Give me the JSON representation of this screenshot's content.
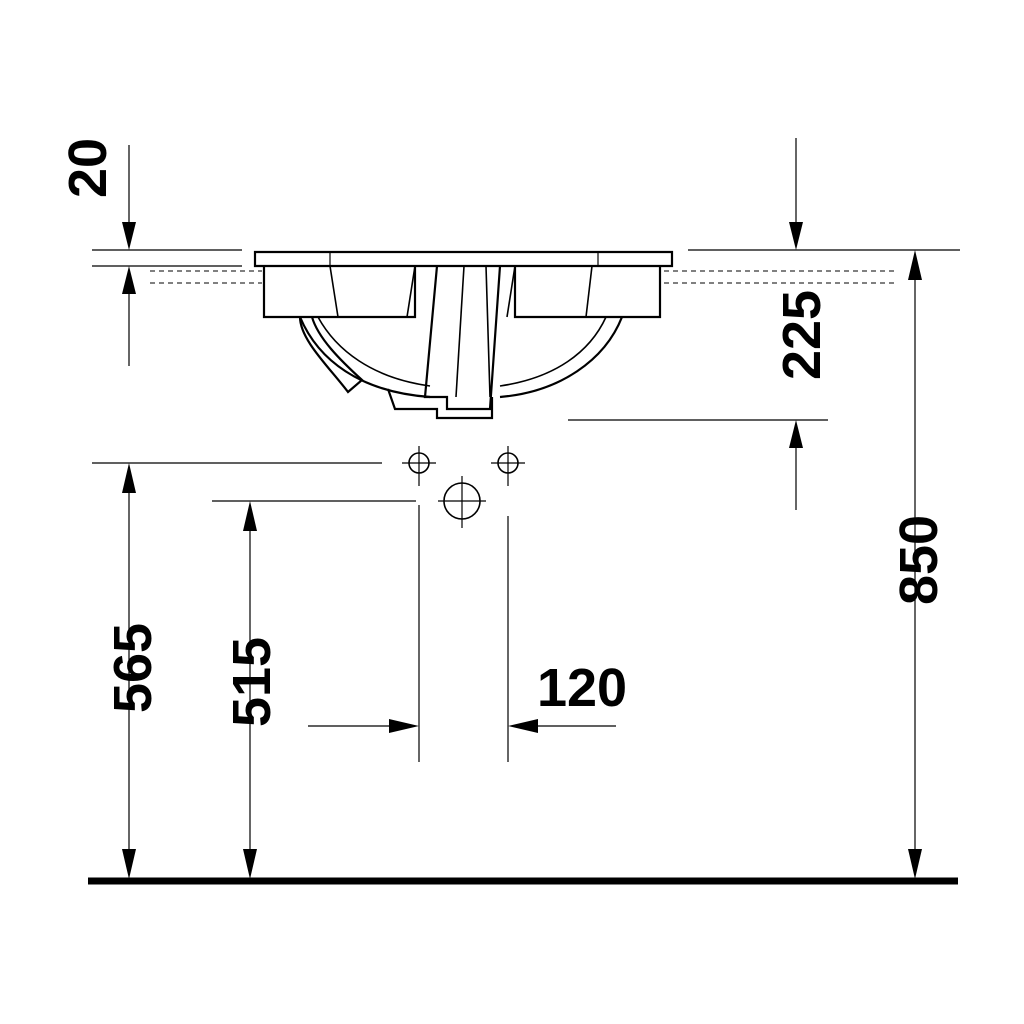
{
  "dimensions": {
    "rim_thickness": "20",
    "basin_depth": "225",
    "total_height": "850",
    "tap_holes_height": "565",
    "waste_height": "515",
    "tap_spacing": "120"
  }
}
